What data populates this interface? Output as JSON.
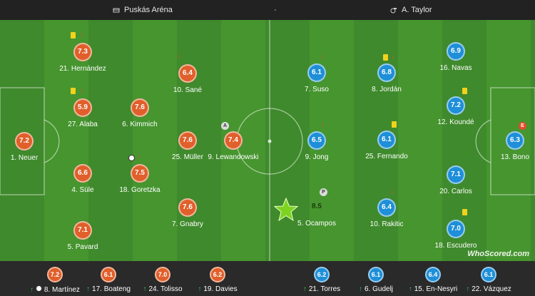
{
  "match": {
    "venue": "Puskás Aréna",
    "referee": "A. Taylor",
    "separator": "·"
  },
  "colors": {
    "home": "#e05f2a",
    "away": "#1e8fd8",
    "motm": "#7ed321"
  },
  "home": {
    "players": [
      {
        "number": "1",
        "name": "Neuer",
        "display": "1. Neuer",
        "rating": "7.2"
      },
      {
        "number": "21",
        "name": "Hernández",
        "display": "21. Hernández",
        "rating": "7.3",
        "yellow": true,
        "subbed": true
      },
      {
        "number": "27",
        "name": "Alaba",
        "display": "27. Alaba",
        "rating": "5.9",
        "yellow": true,
        "subbed": true
      },
      {
        "number": "4",
        "name": "Süle",
        "display": "4. Süle",
        "rating": "6.6"
      },
      {
        "number": "5",
        "name": "Pavard",
        "display": "5. Pavard",
        "rating": "7.1"
      },
      {
        "number": "6",
        "name": "Kimmich",
        "display": "6. Kimmich",
        "rating": "7.6"
      },
      {
        "number": "18",
        "name": "Goretzka",
        "display": "18. Goretzka",
        "rating": "7.5",
        "goal": true,
        "subbed": true
      },
      {
        "number": "10",
        "name": "Sané",
        "display": "10. Sané",
        "rating": "6.4",
        "subbed": true
      },
      {
        "number": "25",
        "name": "Müller",
        "display": "25. Müller",
        "rating": "7.6"
      },
      {
        "number": "7",
        "name": "Gnabry",
        "display": "7. Gnabry",
        "rating": "7.6"
      },
      {
        "number": "9",
        "name": "Lewandowski",
        "display": "9. Lewandowski",
        "rating": "7.4",
        "assist": true
      }
    ],
    "subs": [
      {
        "display": "8. Martínez",
        "rating": "7.2",
        "goal": true
      },
      {
        "display": "17. Boateng",
        "rating": "6.1"
      },
      {
        "display": "24. Tolisso",
        "rating": "7.0"
      },
      {
        "display": "19. Davies",
        "rating": "6.2"
      }
    ]
  },
  "away": {
    "players": [
      {
        "display": "16. Navas",
        "rating": "6.9"
      },
      {
        "display": "12. Koundé",
        "rating": "7.2",
        "yellow": true
      },
      {
        "display": "20. Carlos",
        "rating": "7.1"
      },
      {
        "display": "18. Escudero",
        "rating": "7.0",
        "yellow": true
      },
      {
        "display": "8. Jordán",
        "rating": "6.8",
        "yellow": true,
        "subbed": true
      },
      {
        "display": "25. Fernando",
        "rating": "6.1",
        "yellow": true
      },
      {
        "display": "10. Rakitic",
        "rating": "6.4",
        "subbed": true
      },
      {
        "display": "7. Suso",
        "rating": "6.1",
        "subbed": true
      },
      {
        "display": "9. Jong",
        "rating": "6.5",
        "subbed": true
      },
      {
        "display": "5. Ocampos",
        "rating": "8.5",
        "motm": true,
        "penalty": true
      },
      {
        "display": "13. Bono",
        "rating": "6.3",
        "error": true
      }
    ],
    "subs": [
      {
        "display": "21. Torres",
        "rating": "6.2"
      },
      {
        "display": "6. Gudelj",
        "rating": "6.1"
      },
      {
        "display": "15. En-Nesyri",
        "rating": "6.4"
      },
      {
        "display": "22. Vázquez",
        "rating": "6.1"
      }
    ]
  },
  "icons": {
    "card": "yellow-card-icon",
    "sub_off": "red-down-arrow-icon",
    "sub_on": "green-up-arrow-icon",
    "goal": "ball-icon",
    "assist": "A",
    "penalty": "P",
    "error": "E"
  },
  "watermark": "WhoScored.com"
}
